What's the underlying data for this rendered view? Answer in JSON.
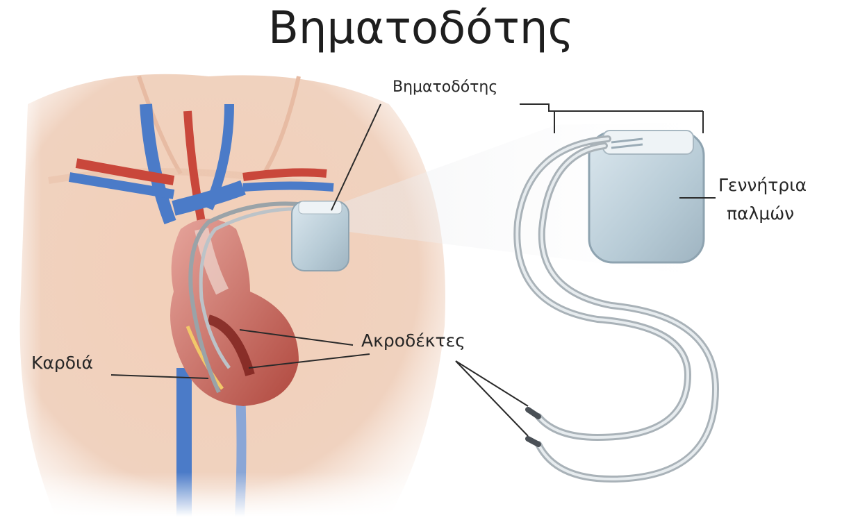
{
  "title": "Βηματοδότης",
  "labels": {
    "pacemaker": "Βηματοδότης",
    "generator_line1": "Γεννήτρια",
    "generator_line2": "παλμών",
    "leads": "Ακροδέκτες",
    "heart": "Καρδιά"
  }
}
